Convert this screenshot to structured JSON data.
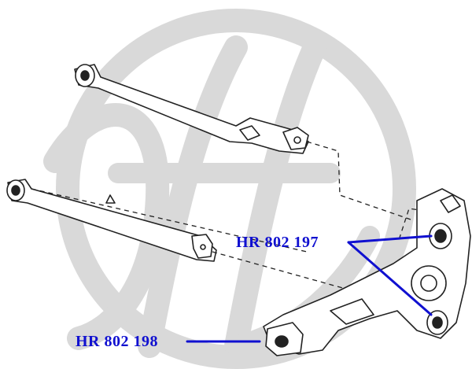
{
  "callouts": [
    {
      "id": "upper",
      "label": "HR 802 197"
    },
    {
      "id": "lower",
      "label": "HR 802 198"
    }
  ],
  "colors": {
    "callout": "#1010d0",
    "watermark": "#d9d9d9",
    "line_art": "#222222",
    "background": "#ffffff"
  },
  "icons": {
    "watermark": "hl-logo-watermark"
  }
}
